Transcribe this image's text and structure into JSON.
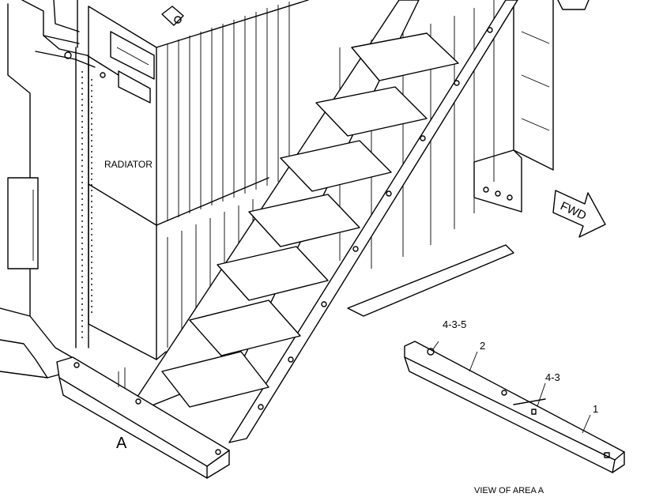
{
  "labels": {
    "radiator": "RADIATOR",
    "fwd": "FWD",
    "area": "A",
    "view_caption": "VIEW OF AREA A",
    "callout_4_3_5": "4-3-5",
    "callout_2": "2",
    "callout_4_3": "4-3",
    "callout_1": "1"
  }
}
